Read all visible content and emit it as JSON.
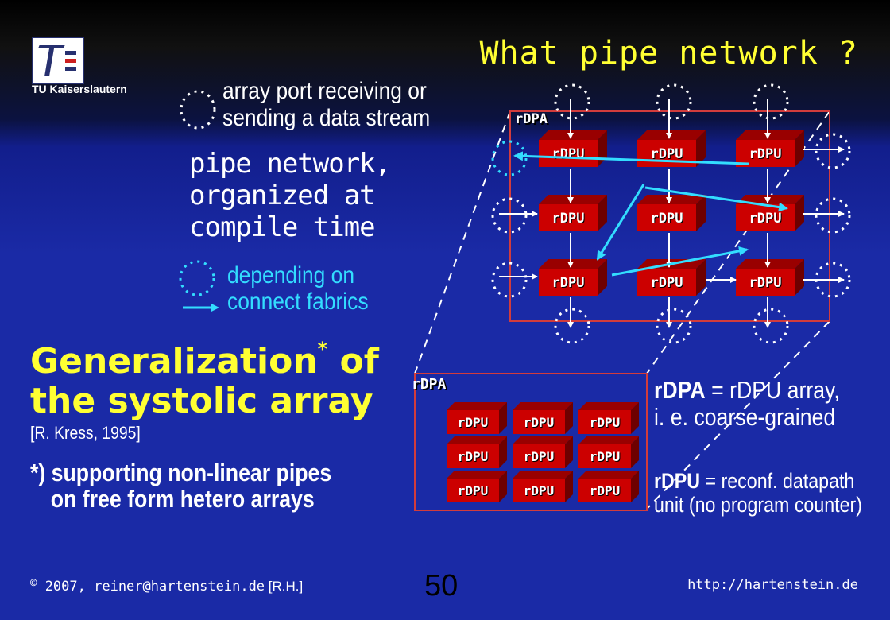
{
  "slide": {
    "title": "What pipe network ?",
    "logo_caption": "TU Kaiserslautern",
    "legend_port_line1": "array port receiving or",
    "legend_port_line2": "sending a data stream",
    "pipe_line1": "pipe network,",
    "pipe_line2": "organized at",
    "pipe_line3": "compile time",
    "legend_fabric_line1": "depending on",
    "legend_fabric_line2": "connect fabrics",
    "generalization_line1": "Generalization",
    "generalization_mark": "*",
    "generalization_of": " of",
    "generalization_line2": "the systolic array",
    "citation": "[R. Kress, 1995]",
    "footnote_line1": "*) supporting non-linear pipes",
    "footnote_line2": "on free form hetero arrays",
    "rdpa_term": "rDPA",
    "rdpa_def_line1": " = rDPU array,",
    "rdpa_def_line2": "i. e. coarse-grained",
    "rdpu_term": "rDPU",
    "rdpu_def_line1": " = reconf. datapath",
    "rdpu_def_line2": "unit (no program counter)",
    "diagram_array_label": "rDPA",
    "diagram_unit_label": "rDPU",
    "footer_copyright_symbol": "©",
    "footer_year": "2007, ",
    "footer_email": "reiner@hartenstein.de",
    "footer_initials": " [R.H.]",
    "page_number": "50",
    "footer_url": "http://hartenstein.de"
  },
  "colors": {
    "background": "#1a2aa6",
    "title": "#ffff33",
    "port_legend": "#ffffff",
    "fabric_legend": "#33ddff",
    "unit_fill": "#cc0000",
    "array_border": "#d23c3c"
  }
}
